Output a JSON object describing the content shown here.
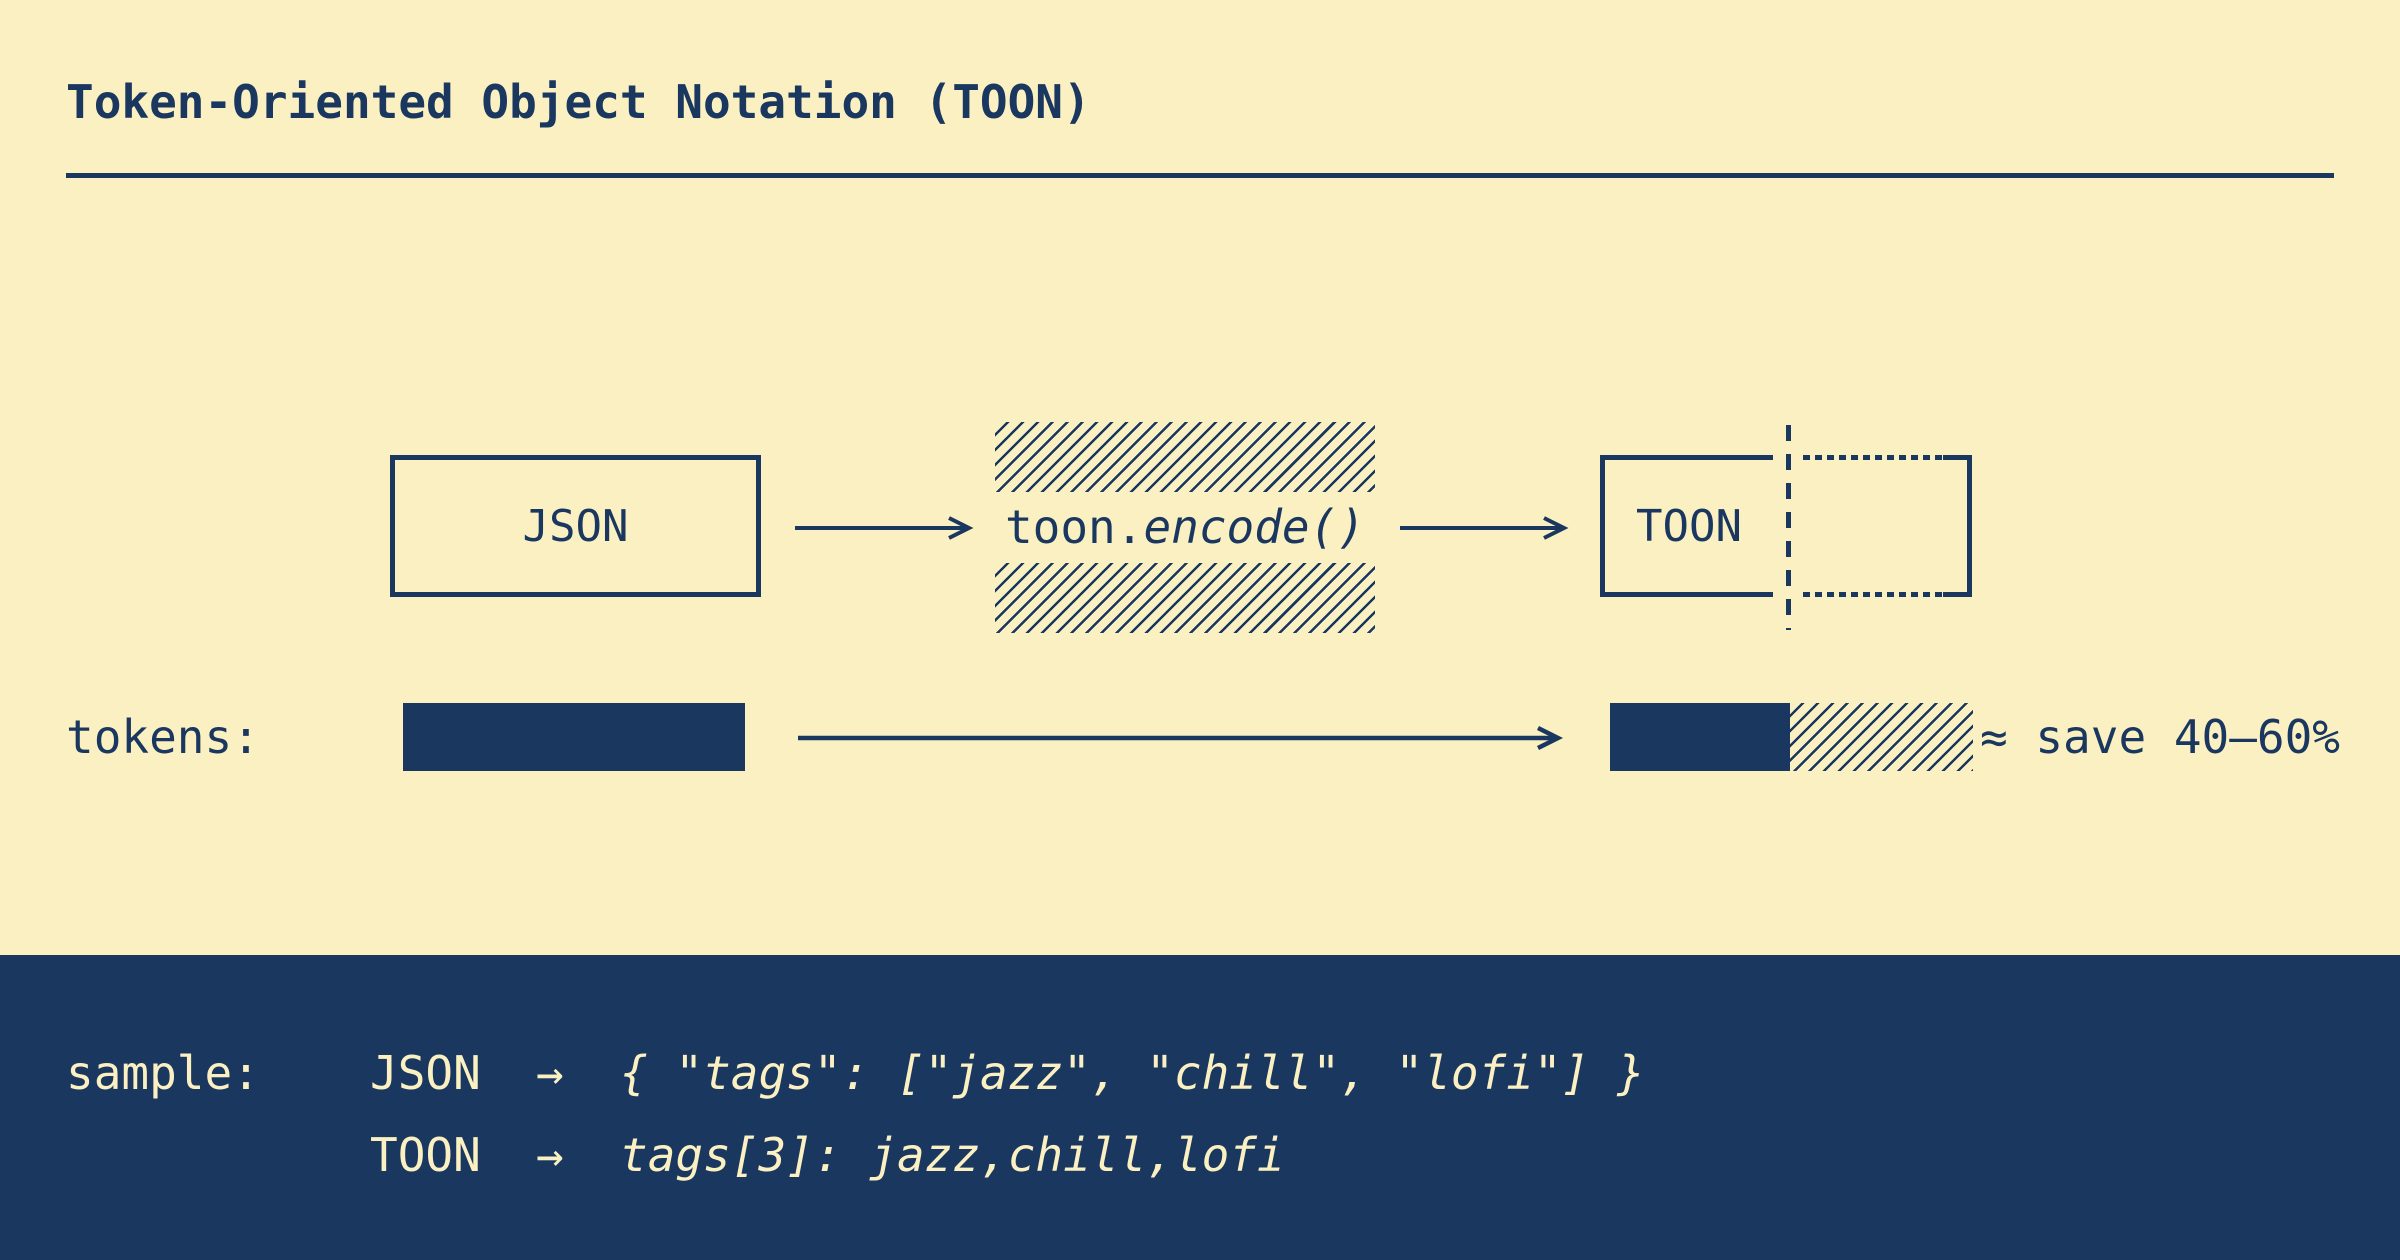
{
  "colors": {
    "background": "#FBF0C2",
    "ink": "#1A3760",
    "text_on_dark": "#FBF0C2"
  },
  "header": {
    "title": "Token-Oriented Object Notation (TOON)"
  },
  "pipeline": {
    "input_label": "JSON",
    "encode_prefix": "toon.",
    "encode_call": "encode()",
    "output_label": "TOON"
  },
  "tokens": {
    "label": "tokens:",
    "savings": "≈ save 40–60%"
  },
  "sample": {
    "label": "sample:",
    "rows": [
      {
        "format": "JSON",
        "arrow": "→",
        "code": "{ \"tags\": [\"jazz\", \"chill\", \"lofi\"] }"
      },
      {
        "format": "TOON",
        "arrow": "→",
        "code": "tags[3]: jazz,chill,lofi"
      }
    ]
  }
}
